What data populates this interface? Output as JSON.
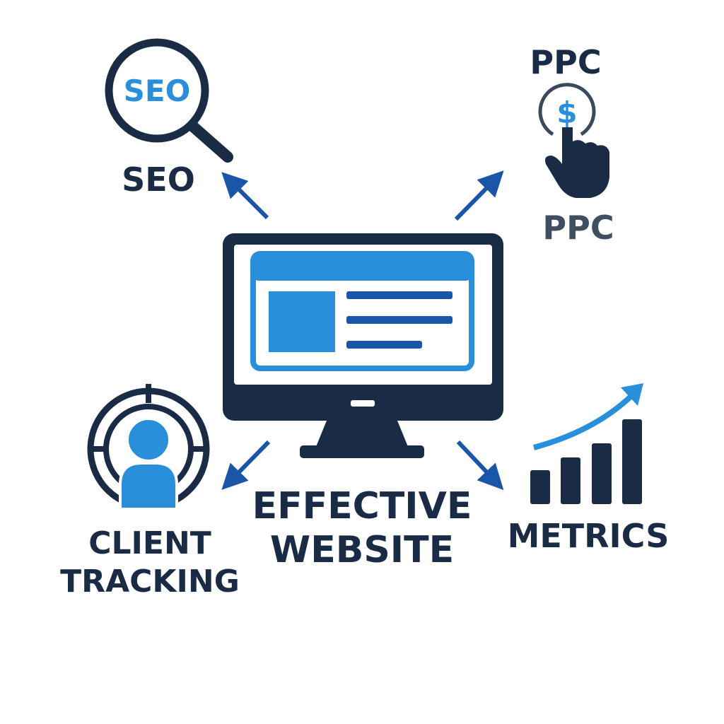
{
  "colors": {
    "navy": "#1a2b45",
    "blue": "#2a8fdb",
    "arrow": "#1a56a8",
    "gray": "#3d4f60"
  },
  "seo": {
    "icon_text": "SEO",
    "label": "SEO"
  },
  "ppc": {
    "top_text": "PPC",
    "icon_text": "$",
    "label": "PPC"
  },
  "center": {
    "line1": "EFFECTIVE",
    "line2": "WEBSITE"
  },
  "client": {
    "line1": "CLIENT",
    "line2": "TRACKING"
  },
  "metrics": {
    "label": "METRICS",
    "bars": [
      1,
      2,
      3,
      4
    ]
  }
}
